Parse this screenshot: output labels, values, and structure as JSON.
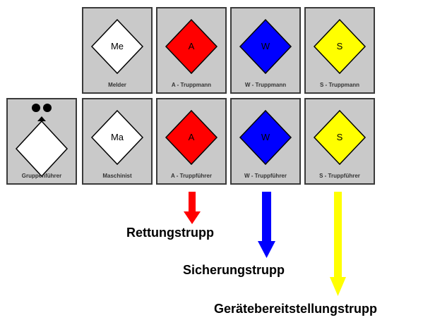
{
  "colors": {
    "tile_bg": "#c9c9c9",
    "tile_border": "#3a3a3a",
    "white": "#ffffff",
    "red": "#ff0000",
    "blue": "#0000ff",
    "yellow": "#ffff00"
  },
  "positions": {
    "melder": {
      "abbr": "Me",
      "label": "Melder",
      "color": "white"
    },
    "a_truppmann": {
      "abbr": "A",
      "label": "A - Truppmann",
      "color": "red"
    },
    "w_truppmann": {
      "abbr": "W",
      "label": "W - Truppmann",
      "color": "blue"
    },
    "s_truppmann": {
      "abbr": "S",
      "label": "S - Truppmann",
      "color": "yellow"
    },
    "gruppenfuehrer": {
      "abbr": "",
      "label": "Gruppenführer",
      "color": "white"
    },
    "maschinist": {
      "abbr": "Ma",
      "label": "Maschinist",
      "color": "white"
    },
    "a_truppfuehrer": {
      "abbr": "A",
      "label": "A - Truppführer",
      "color": "red"
    },
    "w_truppfuehrer": {
      "abbr": "W",
      "label": "W - Truppführer",
      "color": "blue"
    },
    "s_truppfuehrer": {
      "abbr": "S",
      "label": "S - Truppführer",
      "color": "yellow"
    }
  },
  "trupps": {
    "rettung": "Rettungstrupp",
    "sicherung": "Sicherungstrupp",
    "geraete": "Gerätebereitstellungstrupp"
  }
}
